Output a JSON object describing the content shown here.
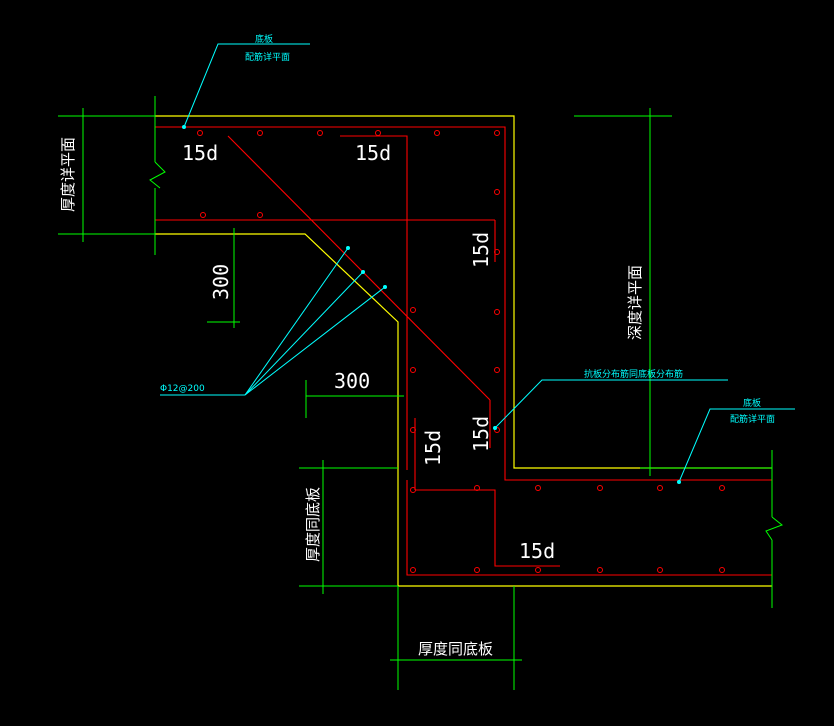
{
  "labels": {
    "top_note_line1": "底板",
    "top_note_line2": "配筋详平面",
    "left_thickness": "厚度详平面",
    "right_depth": "深度详平面",
    "dim_300_vertical": "300",
    "dim_300_horizontal": "300",
    "rebar_spec": "Φ12@200",
    "distribution_note": "抗板分布筋同底板分布筋",
    "right_note_line1": "底板",
    "right_note_line2": "配筋详平面",
    "lower_left_thickness": "厚度同底板",
    "bottom_thickness": "厚度同底板",
    "anchor_15d_1": "15d",
    "anchor_15d_2": "15d",
    "anchor_15d_3": "15d",
    "anchor_15d_4": "15d",
    "anchor_15d_5": "15d",
    "anchor_15d_6": "15d"
  },
  "colors": {
    "background": "#000000",
    "concrete_outline": "#ffff00",
    "rebar": "#ff0000",
    "dimension": "#00ff00",
    "leader": "#00ffff",
    "text": "#ffffff"
  }
}
